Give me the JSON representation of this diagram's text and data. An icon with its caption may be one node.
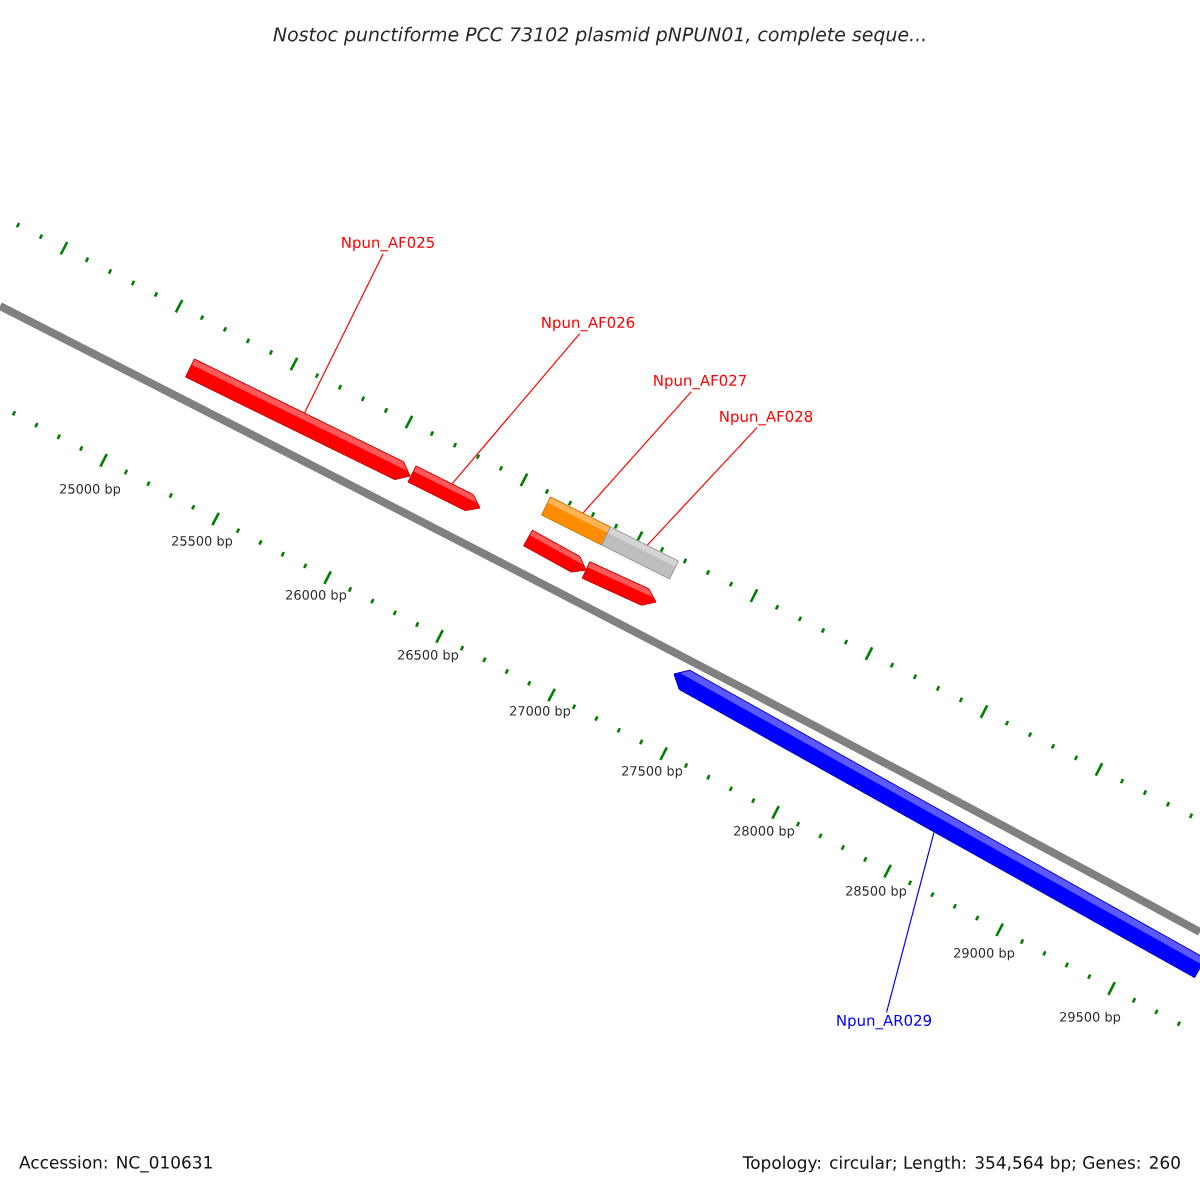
{
  "diagram": {
    "title": "Nostoc punctiforme PCC 73102 plasmid pNPUN01, complete seque...",
    "nodes": [
      {
        "text": [
          "Npun_AF025"
        ]
      },
      {
        "text": [
          "Npun_AF026"
        ]
      },
      {
        "text": [
          "Npun_AF027"
        ]
      },
      {
        "text": [
          "Npun_AF028"
        ]
      },
      {
        "text": [
          "Npun_AR029"
        ]
      },
      {
        "text": [],
        "shape": "pentagon"
      },
      {
        "text": [],
        "shape": "pentagon"
      },
      {
        "text": [],
        "shape": "bar"
      },
      {
        "text": [],
        "shape": "bar"
      },
      {
        "text": [],
        "shape": "pentagon"
      },
      {
        "text": [],
        "shape": "pentagon"
      },
      {
        "text": [],
        "shape": "pentagon"
      }
    ],
    "edges": [
      {
        "from": 0,
        "to": 5,
        "arrow": "none"
      },
      {
        "from": 1,
        "to": 6,
        "arrow": "none"
      },
      {
        "from": 2,
        "to": 7,
        "arrow": "none"
      },
      {
        "from": 3,
        "to": 8,
        "arrow": "none"
      },
      {
        "from": 4,
        "to": 11,
        "arrow": "none",
        "color": "#0000ff"
      }
    ],
    "labels": [
      "25000 bp",
      "25500 bp",
      "26000 bp",
      "26500 bp",
      "27000 bp",
      "27500 bp",
      "28000 bp",
      "28500 bp",
      "29000 bp",
      "29500 bp",
      "Accession: NC_010631",
      "Topology: circular; Length: 354,564 bp; Genes: 260"
    ]
  }
}
